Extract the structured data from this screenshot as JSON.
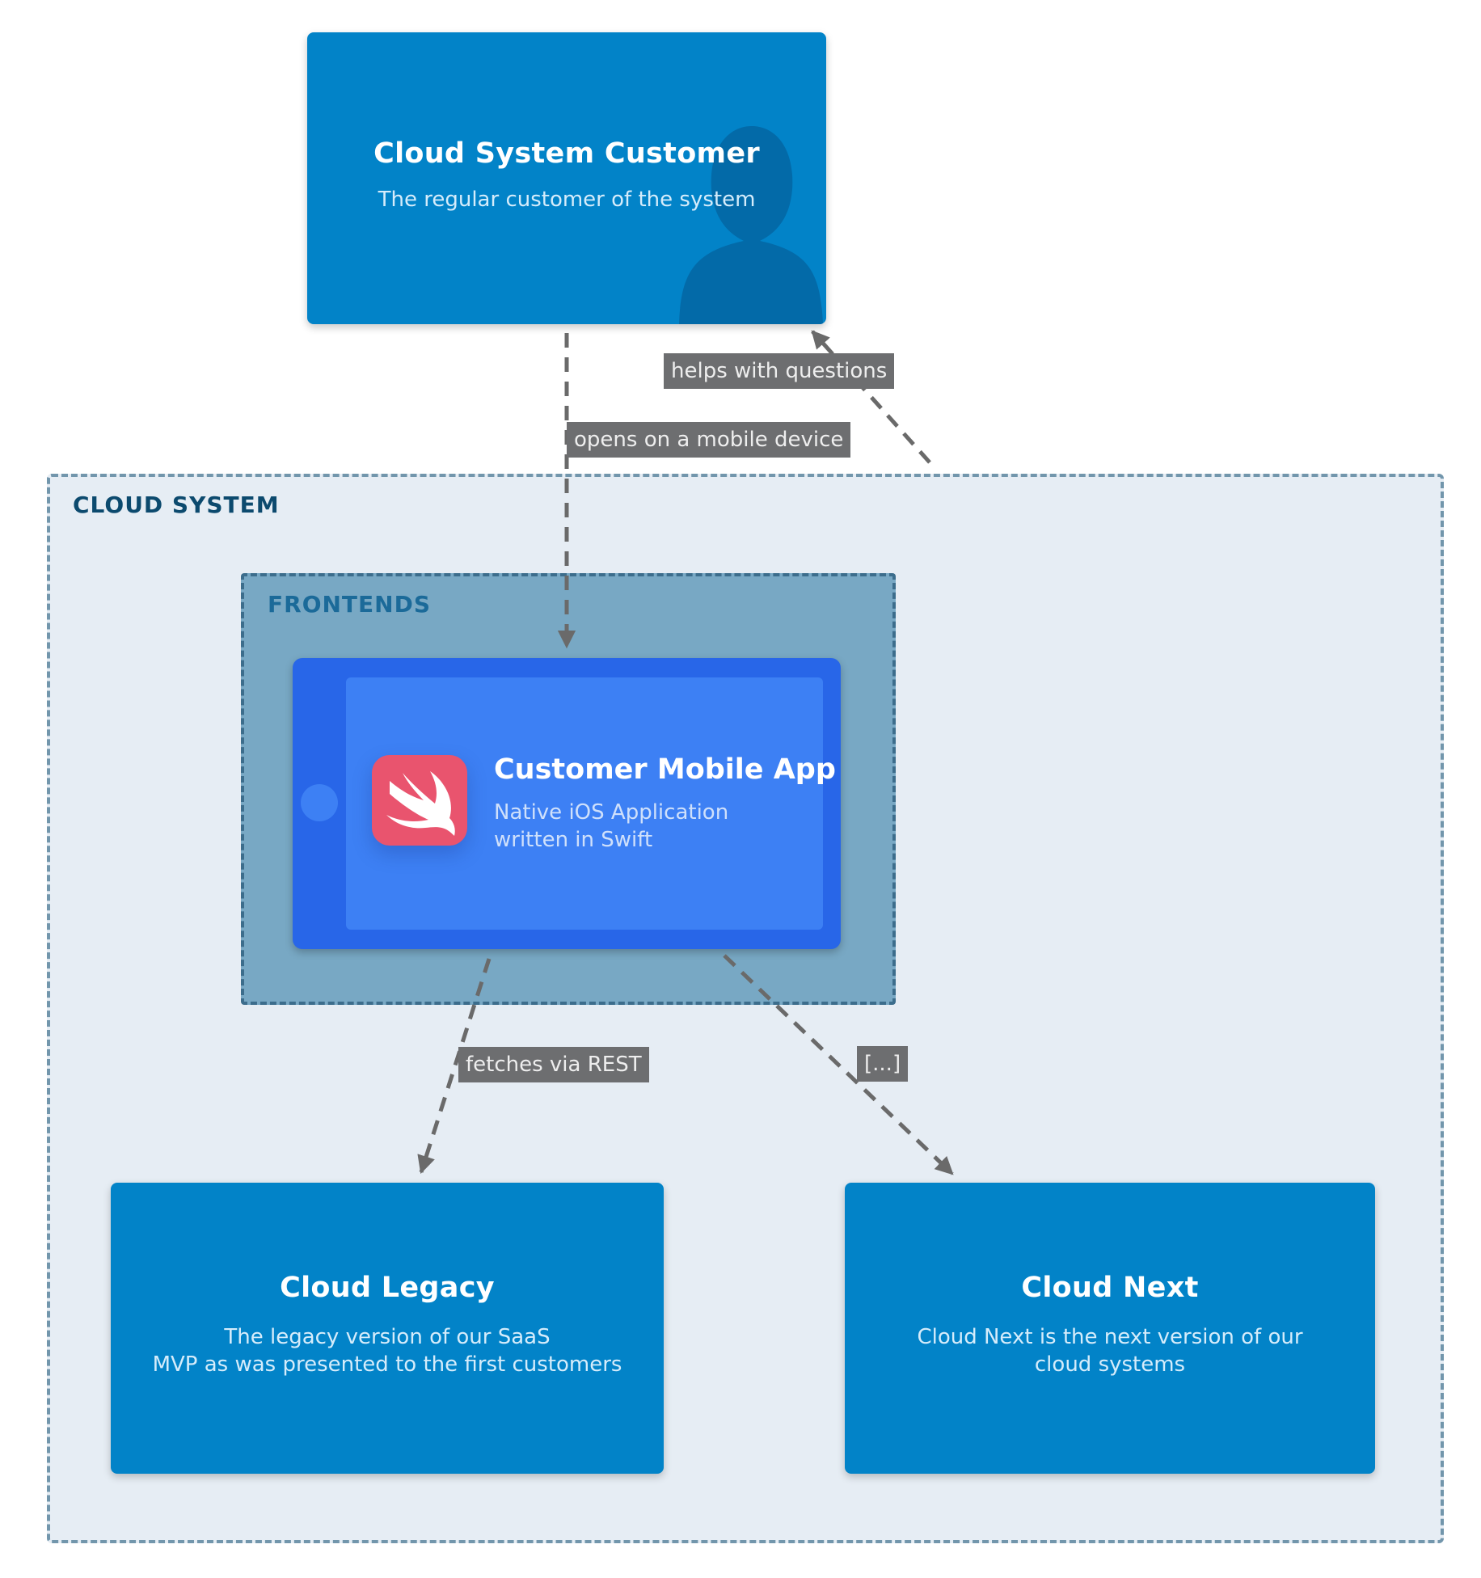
{
  "diagram": {
    "person": {
      "title": "Cloud System Customer",
      "description": "The regular customer of the system",
      "icon": "person-silhouette-icon"
    },
    "boundary": {
      "label": "CLOUD SYSTEM"
    },
    "frontends": {
      "label": "FRONTENDS"
    },
    "mobile_app": {
      "title": "Customer Mobile App",
      "description_line1": "Native iOS Application",
      "description_line2": "written in Swift",
      "icon": "swift-logo-icon"
    },
    "legacy": {
      "title": "Cloud Legacy",
      "description_line1": "The legacy version of our SaaS",
      "description_line2": "MVP as was presented to the first customers"
    },
    "next": {
      "title": "Cloud Next",
      "description_line1": "Cloud Next is the next version of our",
      "description_line2": "cloud systems"
    },
    "edges": {
      "opens": "opens on a mobile device",
      "helps": "helps with questions",
      "fetches": "fetches via REST",
      "other": "[...]"
    },
    "colors": {
      "container": "#0283c8",
      "boundary_fill": "#e6edf4",
      "frontends_fill": "#78a8c4",
      "device": "#2866e8",
      "screen": "#3d80f4",
      "swift": "#e9546e",
      "edge_label_bg": "#6d6e70"
    }
  }
}
